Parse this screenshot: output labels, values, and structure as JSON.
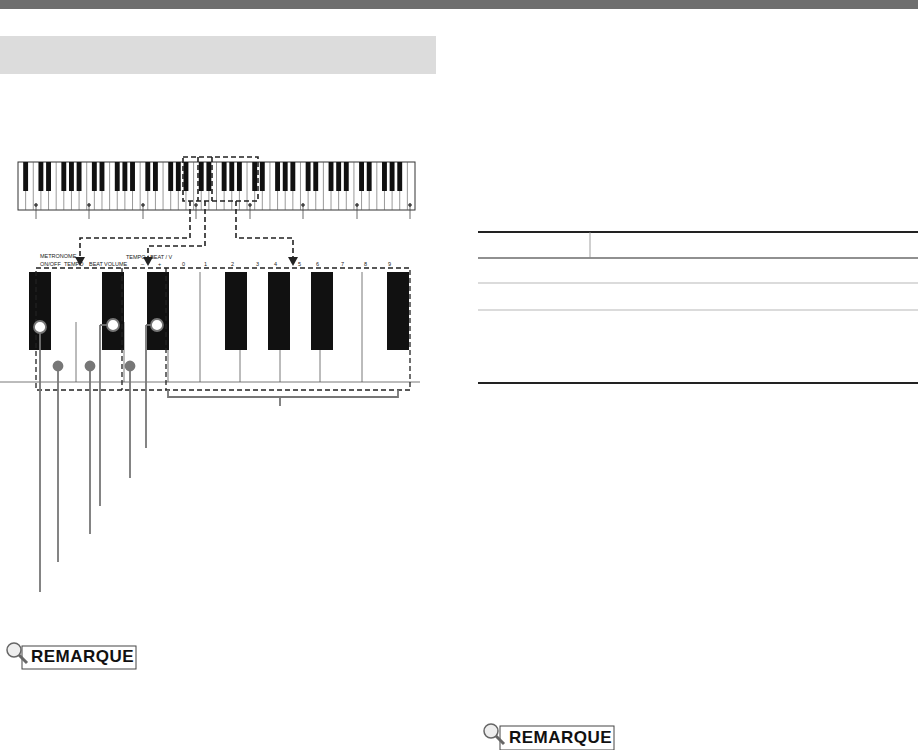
{
  "diagram": {
    "labels": [
      "METRONOME",
      "ON/OFF",
      "TEMPO",
      "BEAT",
      "VOLUME",
      "TEMPO / BEAT / V",
      "–",
      "+",
      "0",
      "1",
      "2",
      "3",
      "4",
      "5",
      "6",
      "7",
      "8",
      "9",
      "REMARQUE",
      "REMARQUE"
    ]
  }
}
